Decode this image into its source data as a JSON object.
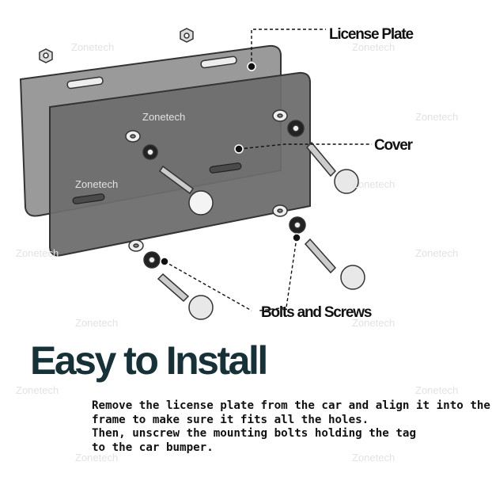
{
  "callouts": {
    "license_plate": "License Plate",
    "cover": "Cover",
    "bolts": "Bolts and Screws"
  },
  "headline": "Easy to Install",
  "instructions": [
    "Remove the license plate from the car and align it into the",
    "frame to make sure it fits all the holes.",
    "Then, unscrew the mounting bolts holding the tag",
    "to the car bumper."
  ],
  "watermark": "Zonetech",
  "colors": {
    "headline": "#163238",
    "plate": "#9a9a9a",
    "cover": "#6e6e6e"
  }
}
